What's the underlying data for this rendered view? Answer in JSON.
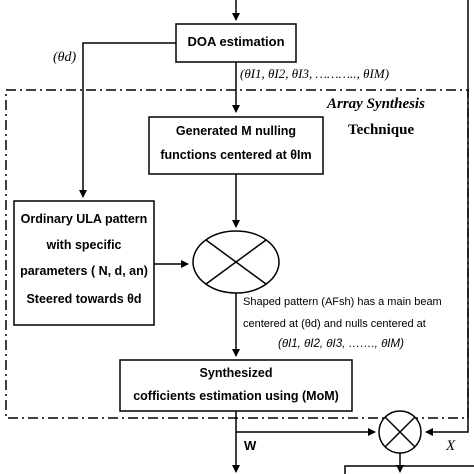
{
  "doa": {
    "label": "DOA estimation"
  },
  "theta_d_label": "(θd)",
  "interferer_angles": "(θI1, θI2, θI3, ……….., θIM)",
  "frame": {
    "title_line1": "Array Synthesis",
    "title_line2": "Technique"
  },
  "nulling": {
    "line1": "Generated  M nulling",
    "line2": "functions centered at θIm"
  },
  "ula": {
    "line1": "Ordinary ULA pattern",
    "line2": "with specific",
    "line3": "parameters ( N, d, an)",
    "line4": "Steered towards θd"
  },
  "shaped": {
    "line1": "Shaped pattern (AFsh) has a main beam",
    "line2": "centered at (θd) and nulls centered at",
    "line3": "(θI1, θI2, θI3, ……., θIM)"
  },
  "synth": {
    "line1": "Synthesized",
    "line2": "cofficients estimation using (MoM)"
  },
  "w_label": "W",
  "x_label": "X"
}
